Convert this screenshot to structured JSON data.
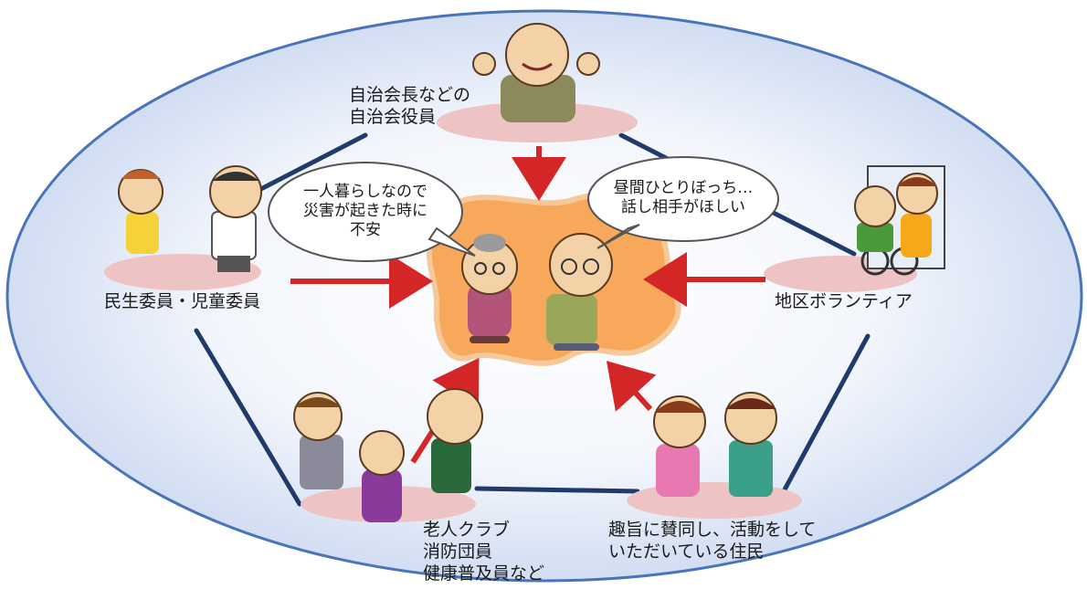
{
  "groups": {
    "top": {
      "label": "自治会長などの\n自治会役員"
    },
    "left": {
      "label": "民生委員・児童委員"
    },
    "right": {
      "label": "地区ボランティア"
    },
    "bottom_left": {
      "label": "老人クラブ\n消防団員\n健康普及員など"
    },
    "bottom_right": {
      "label": "趣旨に賛同し、活動をして\nいただいている住民"
    }
  },
  "bubbles": {
    "left": {
      "text": "一人暮らしなので\n災害が起きた時に\n不安"
    },
    "right": {
      "text": "昼間ひとりぼっち…\n話し相手がほしい"
    }
  },
  "colors": {
    "ellipse_edge": "#4a74b8",
    "ellipse_center": "#ffffff",
    "ellipse_outer": "#c8d6f0",
    "platform": "#eec3c3",
    "center_blob": "#f8a85a",
    "arrow": "#d42626",
    "connector": "#1f3a6b"
  }
}
